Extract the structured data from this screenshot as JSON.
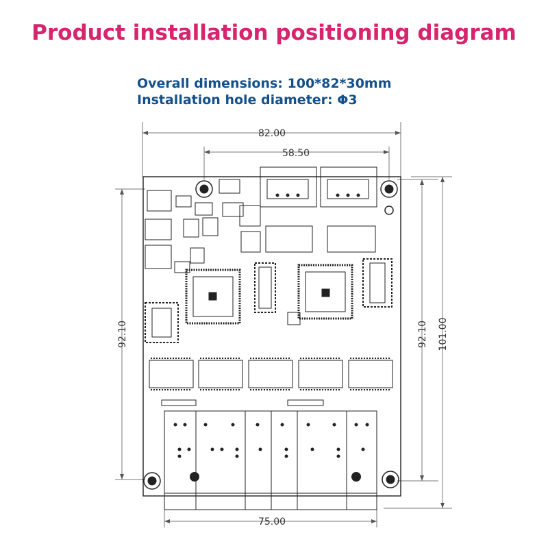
{
  "title": "Product installation positioning diagram",
  "specs": {
    "overall_dimensions": "Overall dimensions: 100*82*30mm",
    "hole_diameter": "Installation hole diameter: Φ3"
  },
  "dimensions": {
    "top_width": "82.00",
    "hole_spacing_top": "58.50",
    "left_height": "92.10",
    "right_hole_height": "92.10",
    "right_total_height": "101.00",
    "bottom_width": "75.00"
  },
  "colors": {
    "title": "#d6246e",
    "spec_text": "#12508c",
    "line": "#222222",
    "dimension_line": "#777777"
  }
}
